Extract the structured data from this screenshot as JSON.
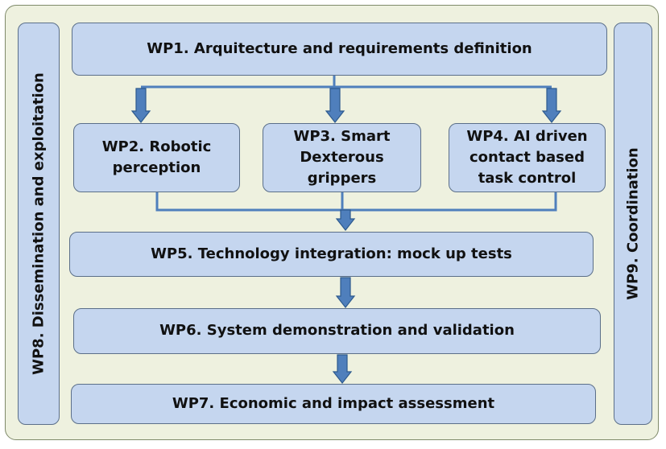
{
  "colors": {
    "frame_fill": "#eef1df",
    "box_fill": "#c5d6ef",
    "box_border": "#5b6f89",
    "connector": "#4f7fbc",
    "arrow_border": "#2d5a8e"
  },
  "work_packages": {
    "wp1": "WP1. Arquitecture and requirements definition",
    "wp2": [
      "WP2. Robotic",
      "perception"
    ],
    "wp3": [
      "WP3. Smart",
      "Dexterous",
      "grippers"
    ],
    "wp4": [
      "WP4. AI driven",
      "contact based",
      "task control"
    ],
    "wp5": "WP5. Technology integration: mock up tests",
    "wp6": "WP6. System demonstration and validation",
    "wp7": "WP7. Economic and impact assessment",
    "wp8": "WP8. Dissemination and exploitation",
    "wp9": "WP9. Coordination"
  }
}
